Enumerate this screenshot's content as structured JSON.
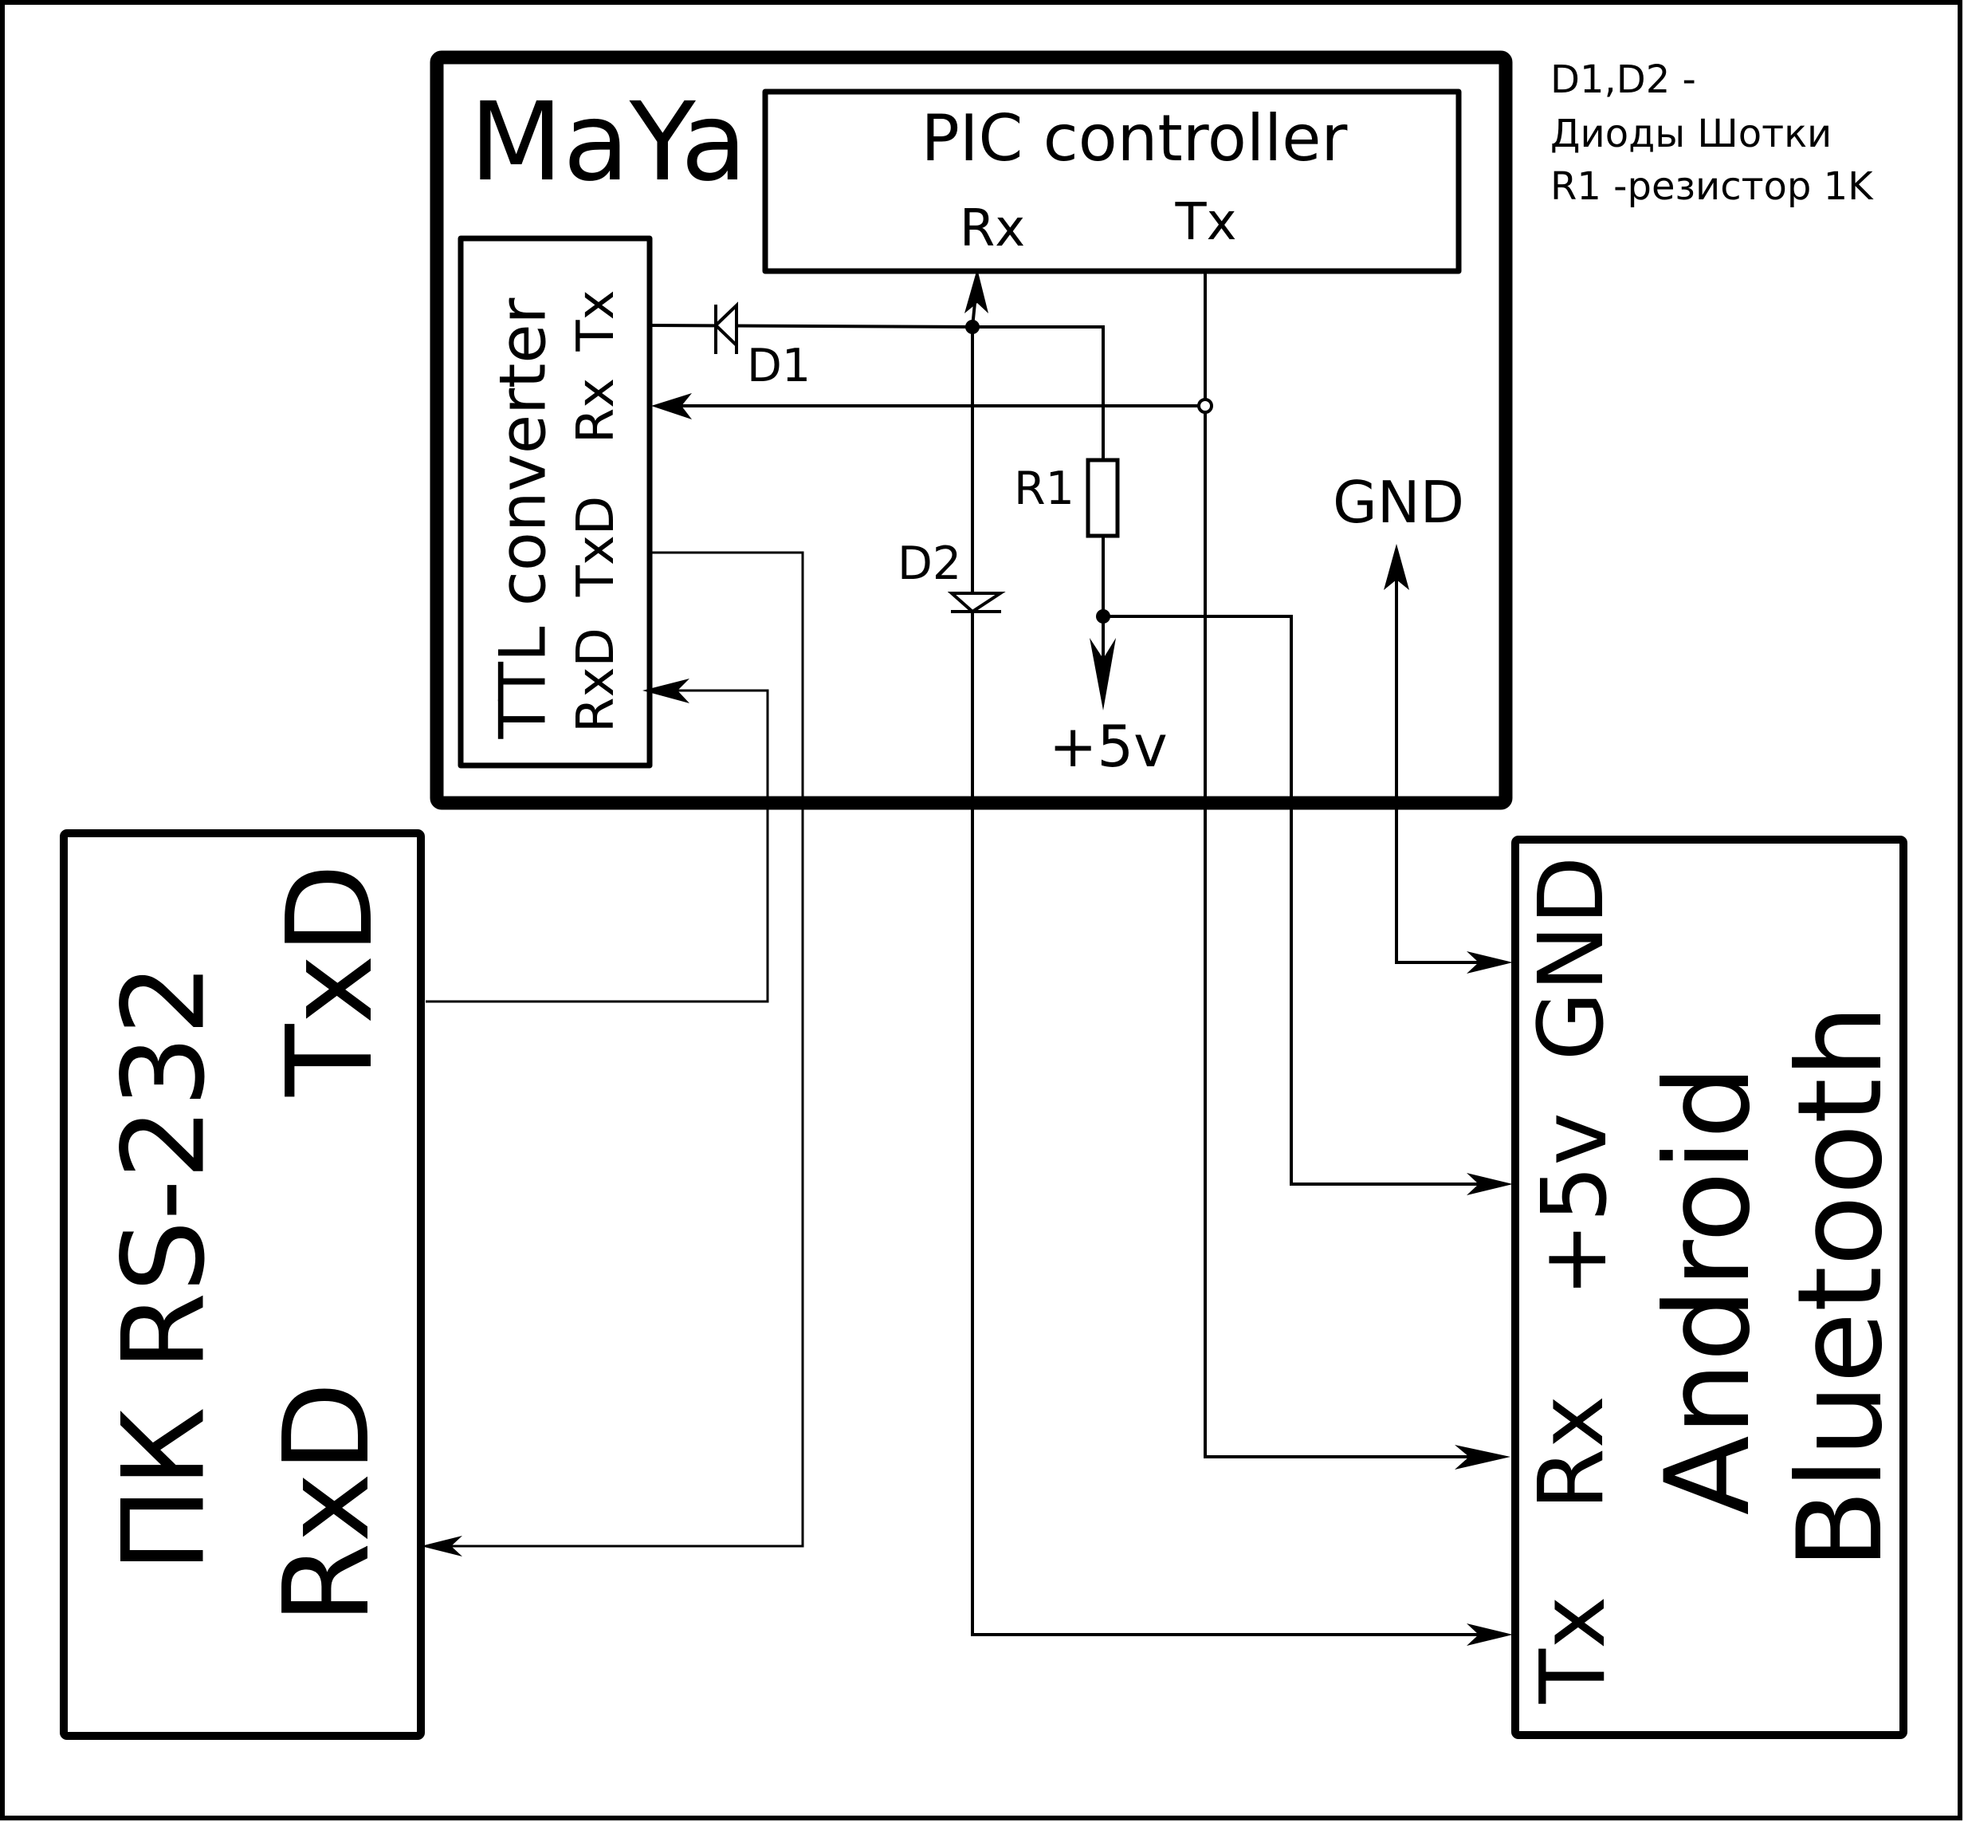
{
  "diagram": {
    "legend": {
      "line1": "D1,D2 -",
      "line2": "Диоды Шотки",
      "line3": "R1 -резистор 1K"
    },
    "maya": {
      "title": "MaYa",
      "pic": {
        "title": "PIC controller",
        "rx": "Rx",
        "tx": "Tx"
      },
      "ttl": {
        "title": "TTL converter",
        "rxd": "RxD",
        "txd": "TxD",
        "rx": "Rx",
        "tx": "Tx"
      },
      "components": {
        "d1": "D1",
        "d2": "D2",
        "r1": "R1"
      },
      "power": {
        "plus5v": "+5v",
        "gnd": "GND"
      }
    },
    "pc": {
      "title": "ПК RS-232",
      "txd": "TxD",
      "rxd": "RxD"
    },
    "android": {
      "title_line1": "Android",
      "title_line2": "Bluetooth",
      "gnd": "GND",
      "plus5v": "+5v",
      "rx": "Rx",
      "tx": "Tx"
    }
  }
}
